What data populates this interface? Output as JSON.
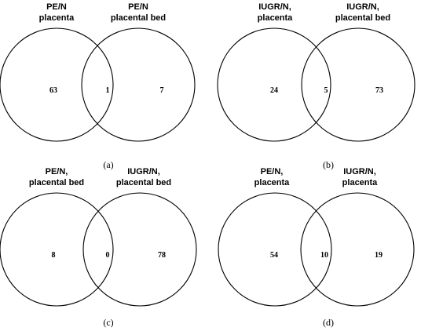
{
  "panels": [
    {
      "letter": "(a)",
      "left_label": [
        "PE/N",
        "placenta"
      ],
      "right_label": [
        "PE/N",
        "placental bed"
      ],
      "left_only": "63",
      "overlap": "1",
      "right_only": "7"
    },
    {
      "letter": "(b)",
      "left_label": [
        "IUGR/N,",
        "placenta"
      ],
      "right_label": [
        "IUGR/N,",
        "placental bed"
      ],
      "left_only": "24",
      "overlap": "5",
      "right_only": "73"
    },
    {
      "letter": "(c)",
      "left_label": [
        "PE/N,",
        "placental bed"
      ],
      "right_label": [
        "IUGR/N,",
        "placental bed"
      ],
      "left_only": "8",
      "overlap": "0",
      "right_only": "78"
    },
    {
      "letter": "(d)",
      "left_label": [
        "PE/N,",
        "placenta"
      ],
      "right_label": [
        "IUGR/N,",
        "placenta"
      ],
      "left_only": "54",
      "overlap": "10",
      "right_only": "19"
    }
  ]
}
